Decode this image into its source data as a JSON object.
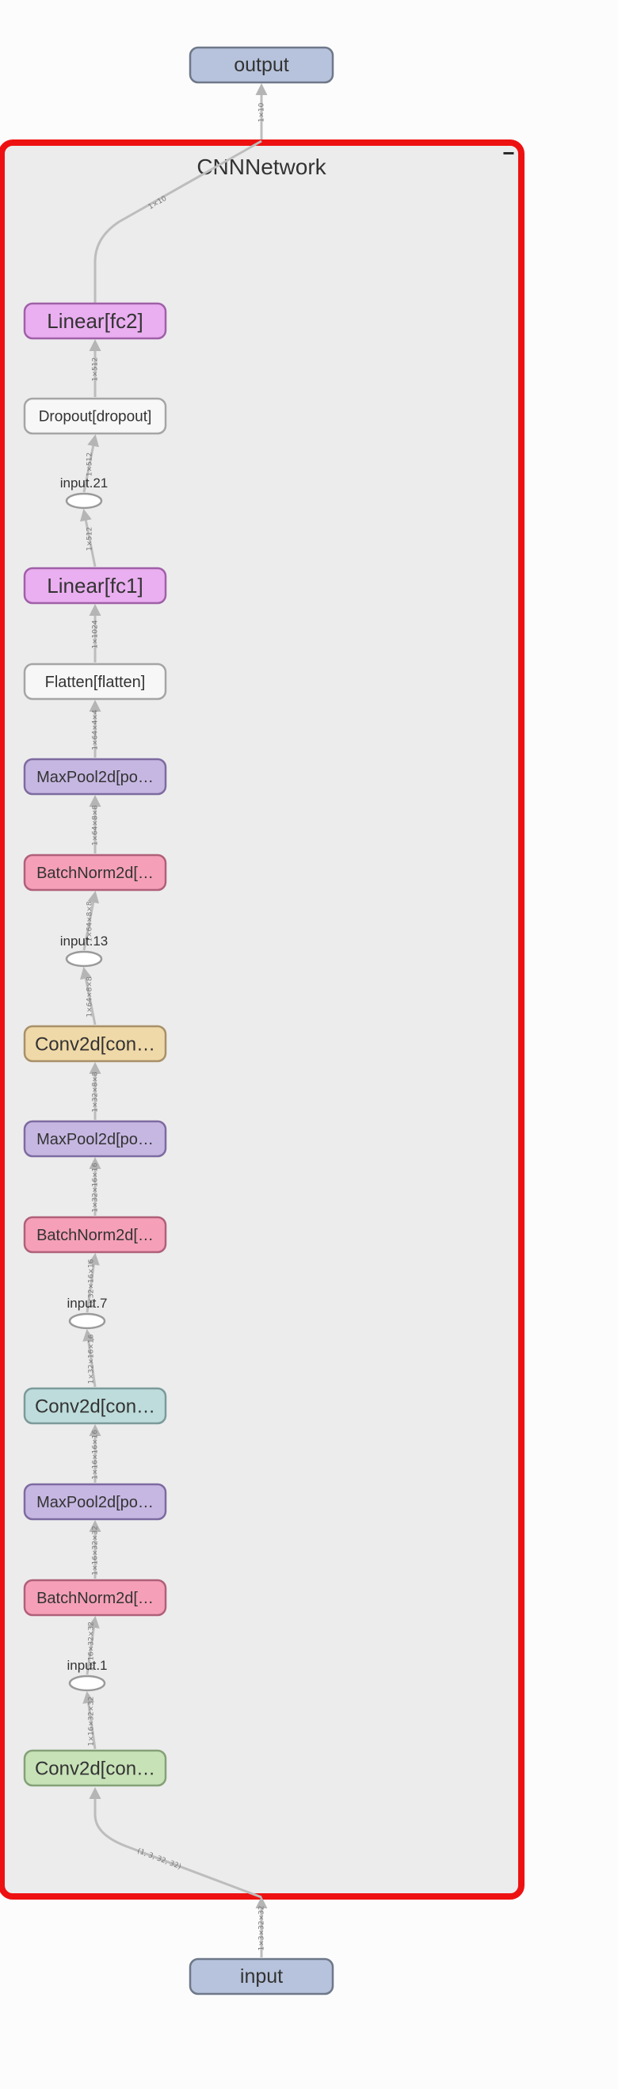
{
  "graph": {
    "container_title": "CNNNetwork",
    "collapse_symbol": "−",
    "output": {
      "label": "output",
      "color": "#b7c3dc",
      "border": "#6e7889"
    },
    "input": {
      "label": "input",
      "color": "#b7c3dc",
      "border": "#6e7889"
    },
    "nodes": [
      {
        "id": "fc2",
        "label": "Linear[fc2]",
        "fill": "#eaaff0",
        "stroke": "#a060a8",
        "font": 26,
        "kind": "layer"
      },
      {
        "id": "dropout",
        "label": "Dropout[dropout]",
        "fill": "#f7f7f7",
        "stroke": "#a5a5a5",
        "font": 19,
        "kind": "layer"
      },
      {
        "id": "input21",
        "label": "input.21",
        "kind": "tensor"
      },
      {
        "id": "fc1",
        "label": "Linear[fc1]",
        "fill": "#eaaff0",
        "stroke": "#a060a8",
        "font": 26,
        "kind": "layer"
      },
      {
        "id": "flatten",
        "label": "Flatten[flatten]",
        "fill": "#f7f7f7",
        "stroke": "#a5a5a5",
        "font": 20,
        "kind": "layer"
      },
      {
        "id": "pool3",
        "label": "MaxPool2d[po…",
        "fill": "#c6b7e2",
        "stroke": "#7d6ba0",
        "font": 20,
        "kind": "layer"
      },
      {
        "id": "bn3",
        "label": "BatchNorm2d[…",
        "fill": "#f5a0b8",
        "stroke": "#b0607a",
        "font": 20,
        "kind": "layer"
      },
      {
        "id": "input13",
        "label": "input.13",
        "kind": "tensor"
      },
      {
        "id": "conv3",
        "label": "Conv2d[con…",
        "fill": "#f0d9a8",
        "stroke": "#a89068",
        "font": 24,
        "kind": "layer"
      },
      {
        "id": "pool2",
        "label": "MaxPool2d[po…",
        "fill": "#c6b7e2",
        "stroke": "#7d6ba0",
        "font": 20,
        "kind": "layer"
      },
      {
        "id": "bn2",
        "label": "BatchNorm2d[…",
        "fill": "#f5a0b8",
        "stroke": "#b0607a",
        "font": 20,
        "kind": "layer"
      },
      {
        "id": "input7",
        "label": "input.7",
        "kind": "tensor"
      },
      {
        "id": "conv2",
        "label": "Conv2d[con…",
        "fill": "#bedcdc",
        "stroke": "#7c9a9a",
        "font": 24,
        "kind": "layer"
      },
      {
        "id": "pool1",
        "label": "MaxPool2d[po…",
        "fill": "#c6b7e2",
        "stroke": "#7d6ba0",
        "font": 20,
        "kind": "layer"
      },
      {
        "id": "bn1",
        "label": "BatchNorm2d[…",
        "fill": "#f5a0b8",
        "stroke": "#b0607a",
        "font": 20,
        "kind": "layer"
      },
      {
        "id": "input1",
        "label": "input.1",
        "kind": "tensor"
      },
      {
        "id": "conv1",
        "label": "Conv2d[con…",
        "fill": "#c8e2b8",
        "stroke": "#84a078",
        "font": 24,
        "kind": "layer"
      }
    ],
    "edge_labels": {
      "to_output": "1×10",
      "fc2_to_border": "1×10",
      "dropout_to_fc2": "1×512",
      "input21_to_dropout": "1×512",
      "fc1_to_input21": "1×512",
      "flatten_to_fc1": "1×1024",
      "pool3_to_flatten": "1×64×4×4",
      "bn3_to_pool3": "1×64×8×8",
      "input13_to_bn3": "1×64×8×8",
      "conv3_to_input13": "1×64×8×8",
      "pool2_to_conv3": "1×32×8×8",
      "bn2_to_pool2": "1×32×16×16",
      "input7_to_bn2": "1×32×16×16",
      "conv2_to_input7": "1×32×16×16",
      "pool1_to_conv2": "1×16×16×16",
      "bn1_to_pool1": "1×16×32×32",
      "input1_to_bn1": "1×16×32×32",
      "conv1_to_input1": "1×16×32×32",
      "border_to_conv1": "(1, 3, 32, 32)",
      "input_to_border": "1×3×32×32"
    }
  }
}
